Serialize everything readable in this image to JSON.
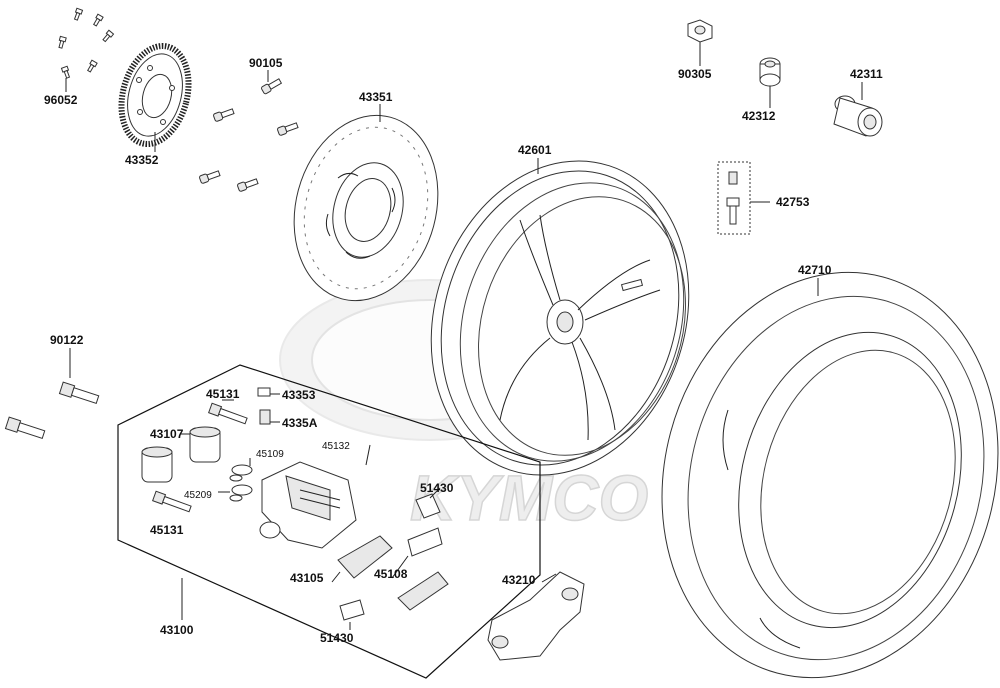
{
  "watermark": {
    "brand": "KYMCO"
  },
  "callouts": [
    {
      "id": "96052",
      "text": "96052"
    },
    {
      "id": "43352",
      "text": "43352"
    },
    {
      "id": "90105",
      "text": "90105"
    },
    {
      "id": "43351",
      "text": "43351"
    },
    {
      "id": "42601",
      "text": "42601"
    },
    {
      "id": "90305",
      "text": "90305"
    },
    {
      "id": "42312",
      "text": "42312"
    },
    {
      "id": "42311",
      "text": "42311"
    },
    {
      "id": "42753",
      "text": "42753"
    },
    {
      "id": "42710",
      "text": "42710"
    },
    {
      "id": "90122",
      "text": "90122"
    },
    {
      "id": "45131a",
      "text": "45131"
    },
    {
      "id": "43353",
      "text": "43353"
    },
    {
      "id": "4335A",
      "text": "4335A"
    },
    {
      "id": "43107",
      "text": "43107"
    },
    {
      "id": "45132",
      "text": "45132"
    },
    {
      "id": "45109",
      "text": "45109"
    },
    {
      "id": "45209",
      "text": "45209"
    },
    {
      "id": "45131b",
      "text": "45131"
    },
    {
      "id": "51430a",
      "text": "51430"
    },
    {
      "id": "43105",
      "text": "43105"
    },
    {
      "id": "45108",
      "text": "45108"
    },
    {
      "id": "43210",
      "text": "43210"
    },
    {
      "id": "51430b",
      "text": "51430"
    },
    {
      "id": "43100",
      "text": "43100"
    }
  ]
}
